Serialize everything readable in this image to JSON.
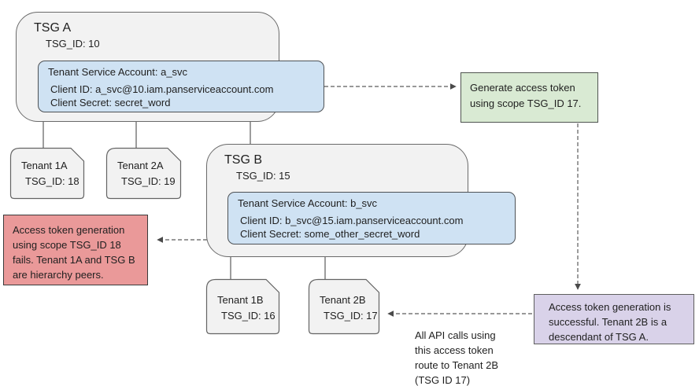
{
  "tsg_a": {
    "title": "TSG A",
    "tsg_id": "TSG_ID: 10",
    "fill": "#f2f2f2",
    "service_account": {
      "title": "Tenant Service Account: a_svc",
      "client_id": "Client ID: a_svc@10.iam.panserviceaccount.com",
      "client_secret": "Client Secret: secret_word",
      "fill": "#cfe2f3"
    }
  },
  "tsg_b": {
    "title": "TSG B",
    "tsg_id": "TSG_ID: 15",
    "fill": "#f2f2f2",
    "service_account": {
      "title": "Tenant Service Account: b_svc",
      "client_id": "Client ID: b_svc@15.iam.panserviceaccount.com",
      "client_secret": "Client Secret: some_other_secret_word",
      "fill": "#cfe2f3"
    }
  },
  "tenant_fill": "#f2f2f2",
  "tenants": [
    {
      "name": "Tenant 1A",
      "tsg_id": "TSG_ID: 18"
    },
    {
      "name": "Tenant 2A",
      "tsg_id": "TSG_ID: 19"
    },
    {
      "name": "Tenant 1B",
      "tsg_id": "TSG_ID: 16"
    },
    {
      "name": "Tenant 2B",
      "tsg_id": "TSG_ID: 17"
    }
  ],
  "notes": {
    "generate_token": {
      "text": "Generate access token\nusing scope TSG_ID 17.",
      "fill": "#d9ead3"
    },
    "failure": {
      "text": "Access token generation\nusing scope TSG_ID 18\nfails. Tenant 1A and TSG B\nare hierarchy peers.",
      "fill": "#ea9999"
    },
    "success": {
      "text": "Access token generation is\nsuccessful. Tenant 2B is a\ndescendant of TSG A.",
      "fill": "#d9d2e9"
    },
    "routing": {
      "text": "All API calls using\nthis access token\nroute to Tenant 2B\n(TSG ID 17)"
    }
  }
}
